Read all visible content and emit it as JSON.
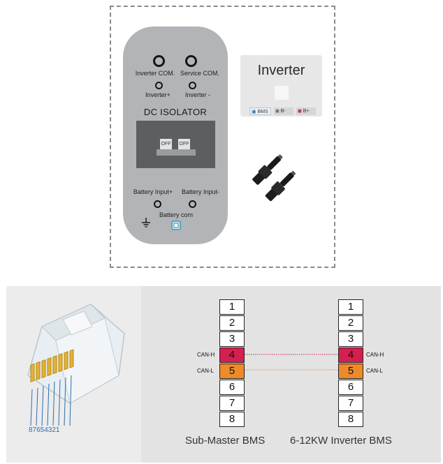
{
  "isolator": {
    "inverter_com": "Inverter COM.",
    "service_com": "Service COM.",
    "inverter_plus": "Inverter+",
    "inverter_minus": "Inverter -",
    "title": "DC ISOLATOR",
    "off_left": "OFF",
    "off_right": "OFF",
    "battery_input_plus": "Battery Input+",
    "battery_input_minus": "Battery Input-",
    "battery_com": "Battery com"
  },
  "inverter": {
    "title": "Inverter",
    "terminals": [
      "BMS",
      "B-",
      "B+"
    ]
  },
  "rj45": {
    "pin_numbers": "87654321"
  },
  "bms_left": {
    "pins": [
      "1",
      "2",
      "3",
      "4",
      "5",
      "6",
      "7",
      "8"
    ],
    "can_h": "CAN-H",
    "can_l": "CAN-L",
    "caption": "Sub-Master BMS"
  },
  "bms_right": {
    "pins": [
      "1",
      "2",
      "3",
      "4",
      "5",
      "6",
      "7",
      "8"
    ],
    "can_h": "CAN-H",
    "can_l": "CAN-L",
    "caption": "6-12KW Inverter BMS"
  },
  "colors": {
    "can_h": "#d41f4f",
    "can_l": "#ee8a2a",
    "rj45_wires": "#2a6fb0"
  }
}
